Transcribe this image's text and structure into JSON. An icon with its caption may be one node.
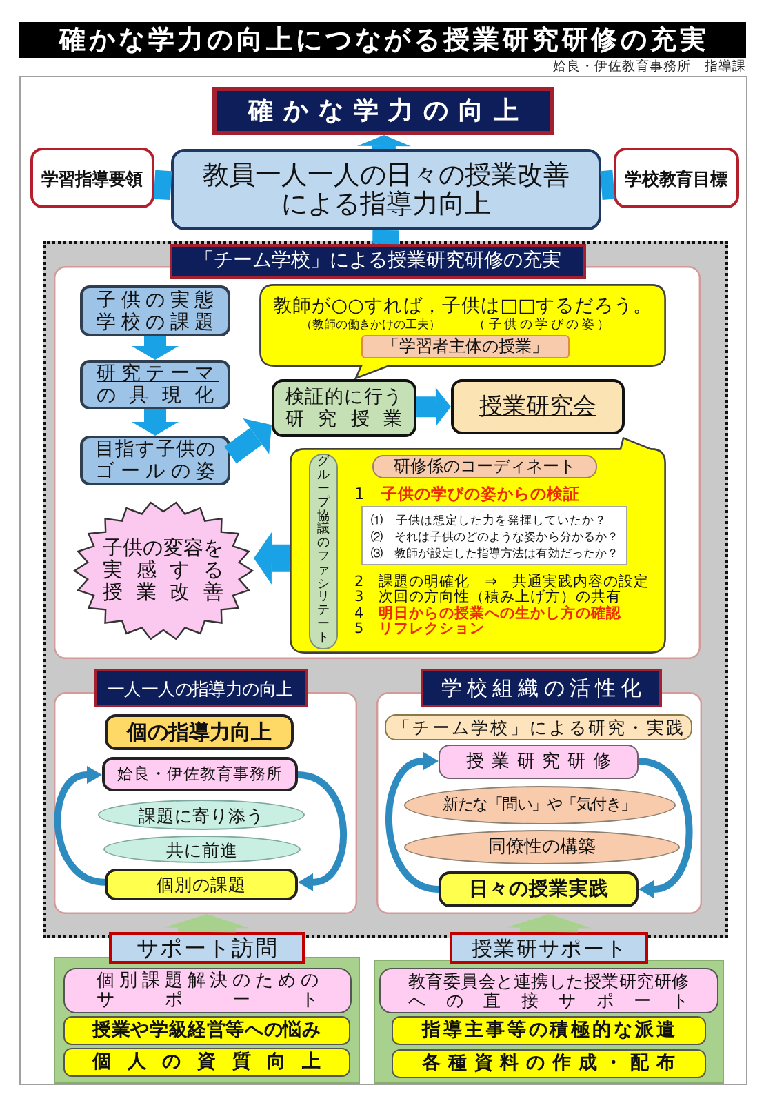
{
  "diagram": {
    "title": "確かな学力の向上につながる授業研究研修の充実",
    "nodes": [
      {
        "text": [
          "確かな学力の向上"
        ]
      },
      {
        "text": [
          "学習指導要領"
        ]
      },
      {
        "text": [
          "教員一人一人の日々の授業改善による指導力向上"
        ]
      },
      {
        "text": [
          "学校教育目標"
        ]
      },
      {
        "text": [],
        "shape": "box"
      },
      {
        "text": [
          "「チーム学校」による授業研究研修の充実"
        ],
        "in": 4
      },
      {
        "text": [
          "子供の実態学校の課題"
        ],
        "in": 5
      },
      {
        "text": [
          "教師が○○すれば，子供は□□するだろう。",
          "（教師の働きかけの工夫）",
          "（子供の学びの姿）"
        ],
        "in": 5
      },
      {
        "text": [
          "「学習者主体の授業」"
        ],
        "in": 7
      },
      {
        "text": [
          "研究テーマの具現化"
        ],
        "in": 5
      },
      {
        "text": [
          "検証的に行う研究授業"
        ],
        "in": 5
      },
      {
        "text": [
          "授業研究会"
        ],
        "in": 5
      },
      {
        "text": [
          "目指す子供のゴールの姿"
        ],
        "in": 5
      },
      {
        "text": [
          "1　子供の学びの姿からの検証",
          "2　課題の明確化　⇒　共通実践内容の設定",
          "3　次回の方向性（積み上げ方）の共有",
          "4　明日からの授業への生かし方の確認",
          "5　リフレクション"
        ],
        "in": 5
      },
      {
        "text": [
          "グループ協議のファシリテート"
        ],
        "in": 13
      },
      {
        "text": [
          "研修係のコーディネート"
        ],
        "in": 13
      },
      {
        "text": [
          "⑴　子供は想定した力を発揮していたか？",
          "⑵　それは子供のどのような姿から分かるか？",
          "⑶　教師が設定した指導方法は有効だったか？"
        ],
        "in": 13
      },
      {
        "text": [
          "子供の変容を実感する授業改善"
        ],
        "in": 5
      },
      {
        "text": [
          "一人一人の指導力の向上"
        ],
        "in": 4
      },
      {
        "text": [
          "個の指導力向上"
        ],
        "in": 18
      },
      {
        "text": [
          "姶良・伊佐教育事務所"
        ],
        "in": 18
      },
      {
        "text": [
          "課題に寄り添う"
        ],
        "in": 18
      },
      {
        "text": [
          "共に前進"
        ],
        "in": 18
      },
      {
        "text": [
          "個別の課題"
        ],
        "in": 18
      },
      {
        "text": [
          "学校組織の活性化"
        ],
        "in": 4
      },
      {
        "text": [
          "「チーム学校」による研究・実践"
        ],
        "in": 24
      },
      {
        "text": [
          "授業研究研修"
        ],
        "in": 24
      },
      {
        "text": [
          "新たな「問い」や「気付き」"
        ],
        "in": 24
      },
      {
        "text": [
          "同僚性の構築"
        ],
        "in": 24
      },
      {
        "text": [
          "日々の授業実践"
        ],
        "in": 24
      },
      {
        "text": [
          "サポート訪問"
        ]
      },
      {
        "text": [
          "個別課題解決のためのサポート"
        ],
        "in": 30
      },
      {
        "text": [
          "授業や学級経営等への悩み"
        ],
        "in": 30
      },
      {
        "text": [
          "個人の資質向上"
        ],
        "in": 30
      },
      {
        "text": [
          "授業研サポート"
        ]
      },
      {
        "text": [
          "教育委員会と連携した授業研究研修への直接サポート"
        ],
        "in": 34
      },
      {
        "text": [
          "指導主事等の積極的な派遣"
        ],
        "in": 34
      },
      {
        "text": [
          "各種資料の作成・配布"
        ],
        "in": 34
      }
    ],
    "edges": [
      {
        "from": 2,
        "to": 0,
        "arrow": "to"
      },
      {
        "from": 1,
        "to": 2,
        "arrow": "none"
      },
      {
        "from": 3,
        "to": 2,
        "arrow": "none"
      },
      {
        "from": 5,
        "to": 2,
        "arrow": "none"
      },
      {
        "from": 6,
        "to": 9,
        "arrow": "to"
      },
      {
        "from": 9,
        "to": 12,
        "arrow": "to"
      },
      {
        "from": 12,
        "to": 10,
        "arrow": "to"
      },
      {
        "from": 10,
        "to": 11,
        "arrow": "to"
      },
      {
        "from": 13,
        "to": 17,
        "arrow": "to"
      },
      {
        "from": 23,
        "to": 20,
        "arrow": "to",
        "color": "#2e8bc0"
      },
      {
        "from": 20,
        "to": 23,
        "arrow": "to",
        "color": "#2e8bc0"
      },
      {
        "from": 29,
        "to": 26,
        "arrow": "to",
        "color": "#2e8bc0"
      },
      {
        "from": 26,
        "to": 29,
        "arrow": "to",
        "color": "#2e8bc0"
      },
      {
        "from": 30,
        "to": 18,
        "arrow": "to",
        "style": "thick",
        "color": "#a9d18e"
      },
      {
        "from": 34,
        "to": 24,
        "arrow": "to",
        "style": "thick",
        "color": "#a9d18e"
      }
    ],
    "labels": [
      "姶良・伊佐教育事務所　指導課"
    ]
  }
}
